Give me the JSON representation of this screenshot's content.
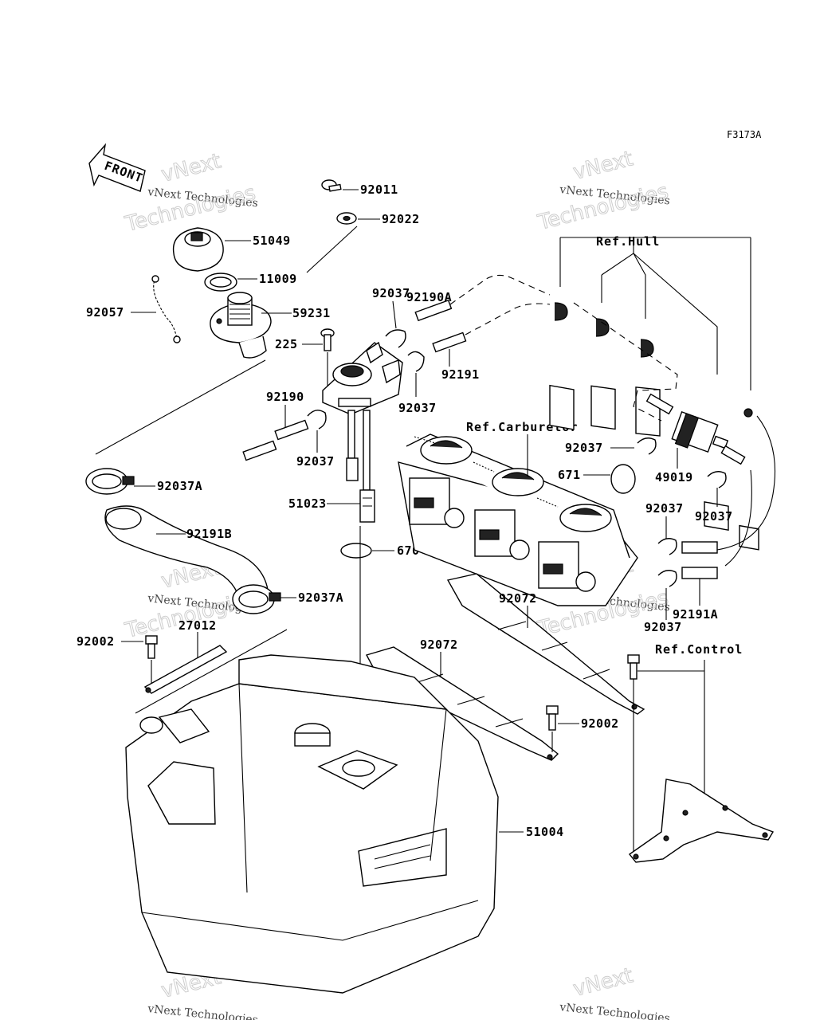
{
  "figure_code": "F3173A",
  "front_label": "FRONT",
  "watermark": {
    "small": "vNext Technologies",
    "big_top": "vNext",
    "big_bottom": "Technologies"
  },
  "refs": {
    "hull": "Ref.Hull",
    "carburetor": "Ref.Carburetor",
    "control": "Ref.Control"
  },
  "parts": {
    "p92011": "92011",
    "p92022": "92022",
    "p51049": "51049",
    "p11009": "11009",
    "p92057": "92057",
    "p59231": "59231",
    "p225": "225",
    "p92190A": "92190A",
    "p92037_a": "92037",
    "p92037_b": "92037",
    "p92037_c": "92037",
    "p92037_d": "92037",
    "p92037_e": "92037",
    "p92037_f": "92037",
    "p92037_g": "92037",
    "p92191": "92191",
    "p92190": "92190",
    "p92037A_a": "92037A",
    "p92037A_b": "92037A",
    "p51023": "51023",
    "p670": "670",
    "p671": "671",
    "p49019": "49019",
    "p92191B": "92191B",
    "p92191A": "92191A",
    "p92072_a": "92072",
    "p92072_b": "92072",
    "p92002_a": "92002",
    "p92002_b": "92002",
    "p27012": "27012",
    "p51004": "51004"
  }
}
